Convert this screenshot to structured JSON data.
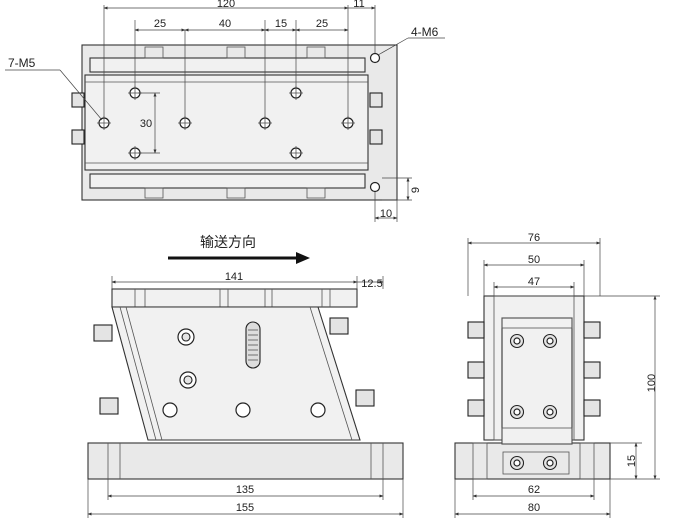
{
  "top_view": {
    "dims": {
      "total": "120",
      "offset_right": "11",
      "hole_pitch_a": "25",
      "hole_pitch_b": "40",
      "hole_pitch_c": "15",
      "hole_pitch_d": "25",
      "vertical": "30",
      "edge_v": "9",
      "edge_h": "10"
    },
    "callout_left": "7-M5",
    "callout_right": "4-M6"
  },
  "front_view": {
    "direction_label": "输送方向",
    "dims": {
      "top": "141",
      "overhang": "12.5",
      "base_inner": "135",
      "base_outer": "155"
    }
  },
  "side_view": {
    "dims": {
      "outer": "76",
      "mid": "50",
      "inner": "47",
      "height": "100",
      "base_height": "15",
      "base_width": "62",
      "base_outer": "80"
    }
  }
}
